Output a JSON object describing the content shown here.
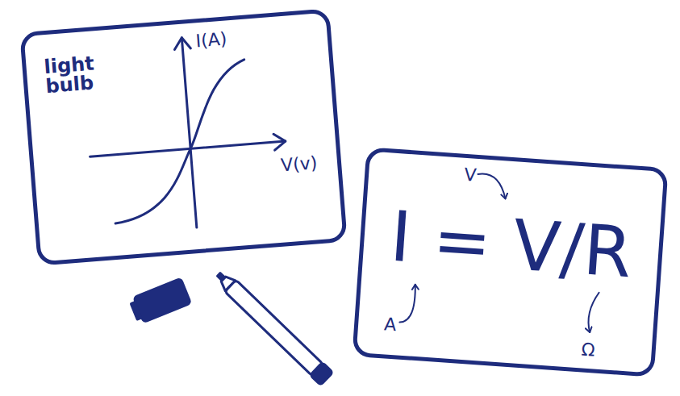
{
  "diagram": {
    "nodes": [
      {
        "text": [
          "light bulb",
          "I(A)",
          "V(v)"
        ]
      },
      {
        "text": [
          "I = V/R",
          "V",
          "A",
          "Ω"
        ]
      }
    ]
  }
}
